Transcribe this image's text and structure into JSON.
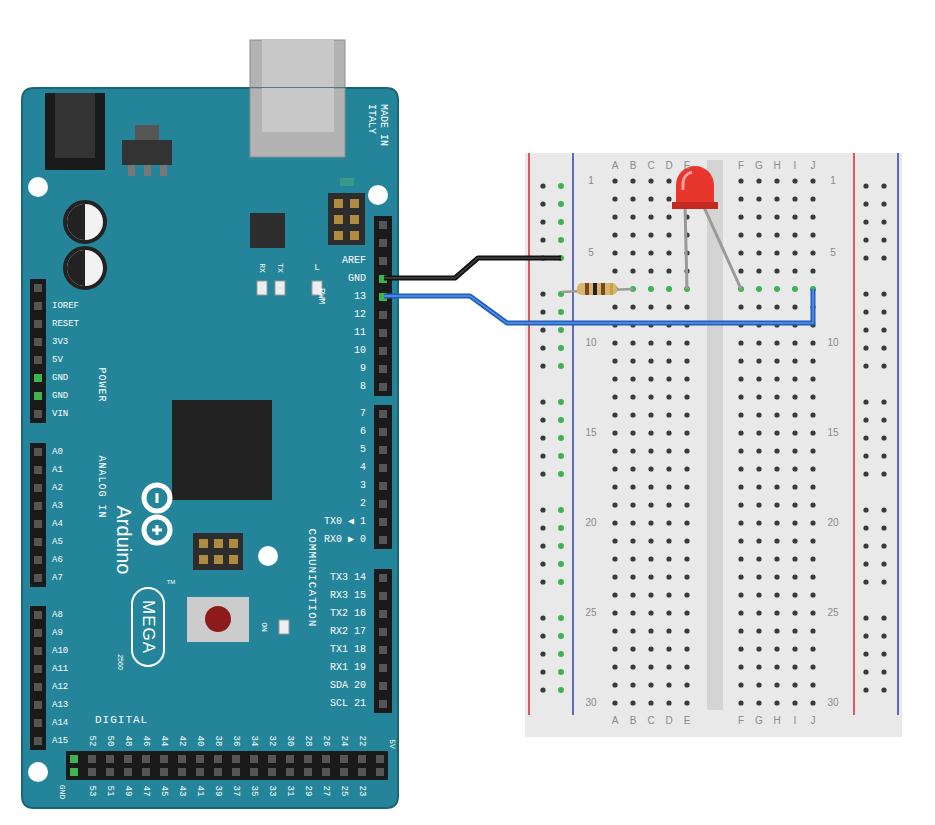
{
  "diagram": {
    "labels": [
      "MADE IN ITALY",
      "AREF",
      "GND",
      "13",
      "12",
      "11",
      "10",
      "9",
      "8",
      "7",
      "6",
      "5",
      "4",
      "3",
      "2",
      "TX0 ◀ 1",
      "RX0 ▶ 0",
      "TX3 14",
      "RX3 15",
      "TX2 16",
      "RX2 17",
      "TX1 18",
      "RX1 19",
      "SDA 20",
      "SCL 21",
      "PWM",
      "L",
      "RX",
      "TX",
      "COMMUNICATION",
      "IOREF",
      "RESET",
      "3V3",
      "5V",
      "GND",
      "GND",
      "VIN",
      "POWER",
      "A0",
      "A1",
      "A2",
      "A3",
      "A4",
      "A5",
      "A6",
      "A7",
      "ANALOG IN",
      "A8",
      "A9",
      "A10",
      "A11",
      "A12",
      "A13",
      "A14",
      "A15",
      "Arduino",
      "MEGA",
      "2560",
      "TM",
      "ON",
      "DIGITAL",
      "52",
      "50",
      "48",
      "46",
      "44",
      "42",
      "40",
      "38",
      "36",
      "34",
      "32",
      "30",
      "28",
      "26",
      "24",
      "22",
      "53",
      "51",
      "49",
      "47",
      "45",
      "43",
      "41",
      "39",
      "37",
      "35",
      "33",
      "31",
      "29",
      "27",
      "25",
      "23",
      "5V",
      "GND",
      "A",
      "B",
      "C",
      "D",
      "E",
      "F",
      "G",
      "H",
      "I",
      "J",
      "A",
      "B",
      "C",
      "D",
      "E",
      "F",
      "G",
      "H",
      "I",
      "J",
      "1",
      "5",
      "10",
      "15",
      "20",
      "25",
      "30",
      "1",
      "5",
      "10",
      "15",
      "20",
      "25",
      "30"
    ]
  }
}
